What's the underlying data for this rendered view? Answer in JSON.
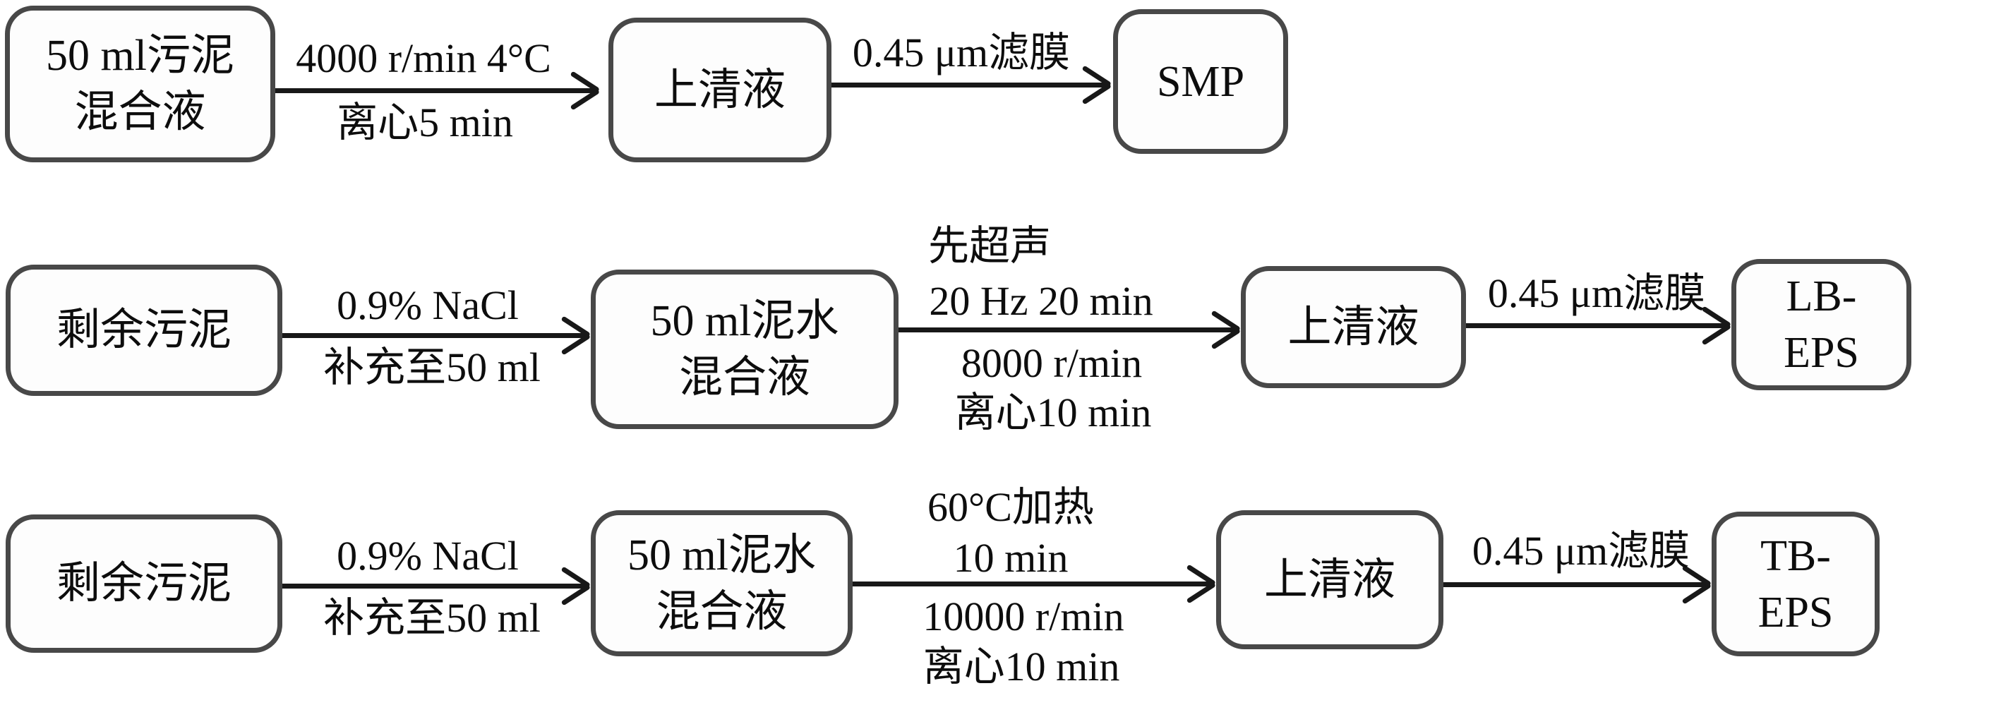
{
  "colors": {
    "background": "#ffffff",
    "box_border": "#484848",
    "arrow": "#181818",
    "text": "#0d0d0d"
  },
  "row1": {
    "node_sludge_mix": {
      "line1": "50 ml污泥",
      "line2": "混合液"
    },
    "edge_centrifuge": {
      "above": "4000 r/min 4°C",
      "below": "离心5 min"
    },
    "node_supernatant": {
      "label": "上清液"
    },
    "edge_filter": {
      "above": "0.45 μm滤膜"
    },
    "node_smp": {
      "label": "SMP"
    }
  },
  "row2": {
    "node_residual_sludge": {
      "label": "剩余污泥"
    },
    "edge_nacl": {
      "above": "0.9% NaCl",
      "below": "补充至50 ml"
    },
    "node_mud_water_mix": {
      "line1": "50 ml泥水",
      "line2": "混合液"
    },
    "edge_ultrasound": {
      "above1": "先超声",
      "above2": "20 Hz 20 min",
      "below1": "8000 r/min",
      "below2": "离心10 min"
    },
    "node_supernatant": {
      "label": "上清液"
    },
    "edge_filter": {
      "above": "0.45 μm滤膜"
    },
    "node_lb_eps": {
      "line1": "LB-",
      "line2": "EPS"
    }
  },
  "row3": {
    "node_residual_sludge": {
      "label": "剩余污泥"
    },
    "edge_nacl": {
      "above": "0.9% NaCl",
      "below": "补充至50 ml"
    },
    "node_mud_water_mix": {
      "line1": "50 ml泥水",
      "line2": "混合液"
    },
    "edge_heating": {
      "above1": "60°C加热",
      "above2": "10 min",
      "below1": "10000 r/min",
      "below2": "离心10 min"
    },
    "node_supernatant": {
      "label": "上清液"
    },
    "edge_filter": {
      "above": "0.45 μm滤膜"
    },
    "node_tb_eps": {
      "line1": "TB-",
      "line2": "EPS"
    }
  }
}
